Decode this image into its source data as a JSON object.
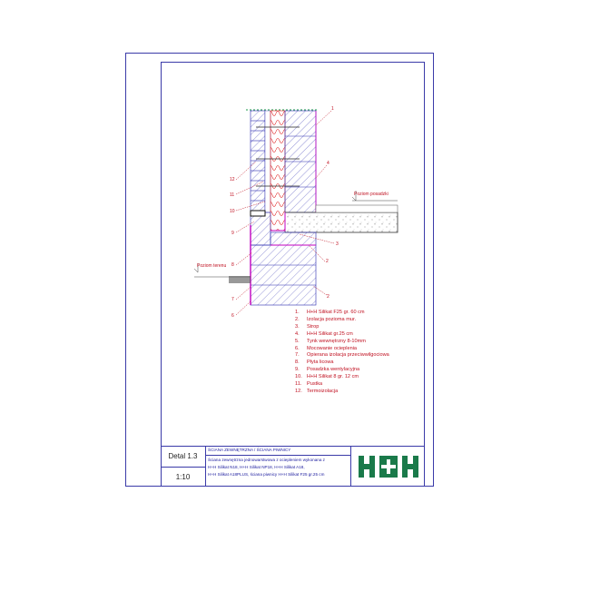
{
  "legend": [
    {
      "num": "1.",
      "text": "H+H Silikat F25 gr. 60 cm"
    },
    {
      "num": "2.",
      "text": "Izolacja pozioma mur."
    },
    {
      "num": "3.",
      "text": "Strop"
    },
    {
      "num": "4.",
      "text": "H+H Silikat gr.25 cm"
    },
    {
      "num": "5.",
      "text": "Tynk wewnętrzny 8-10mm"
    },
    {
      "num": "6.",
      "text": "Mocowanie ocieplenia"
    },
    {
      "num": "7.",
      "text": "Opierana izolacja przeciwwilgociowa"
    },
    {
      "num": "8.",
      "text": "Płyta licowa"
    },
    {
      "num": "9.",
      "text": "Posadzka wentylacyjna"
    },
    {
      "num": "10.",
      "text": "H+H Silikat 8 gr. 12 cm"
    },
    {
      "num": "11.",
      "text": "Pustka"
    },
    {
      "num": "12.",
      "text": "Termoizolacja"
    }
  ],
  "callouts": {
    "c1": "1",
    "c2": "2",
    "c2b": "2",
    "c3": "3",
    "c4": "4",
    "c6": "6",
    "c7": "7",
    "c8": "8",
    "c9": "9",
    "c10": "10",
    "c11": "11",
    "c12": "12"
  },
  "labels": {
    "floor_level": "Poziom posadzki",
    "ground_level": "Poziom terenu"
  },
  "title_block": {
    "detail": "Detal 1.3",
    "scale": "1:10",
    "title": "ŚCIANA ZEWNĘTRZNA / ŚCIANA PIWNICY",
    "line1": "Ściana zewnętrzna jednowarstwowa z ociepleniem wykonana z",
    "line2": "H+H Silikat N18, H+H Silikat NP18, H+H Silikat A18,",
    "line3": "H+H Silikat A18PLUS, ściana piwnicy H+H Silikat F25 gr.25 cm"
  },
  "colors": {
    "frame": "#3a3aa8",
    "hatch": "#2a2ab0",
    "insulation": "#e02020",
    "membrane": "#c000c0",
    "text_red": "#c01020",
    "logo_green": "#1a7a4a"
  }
}
